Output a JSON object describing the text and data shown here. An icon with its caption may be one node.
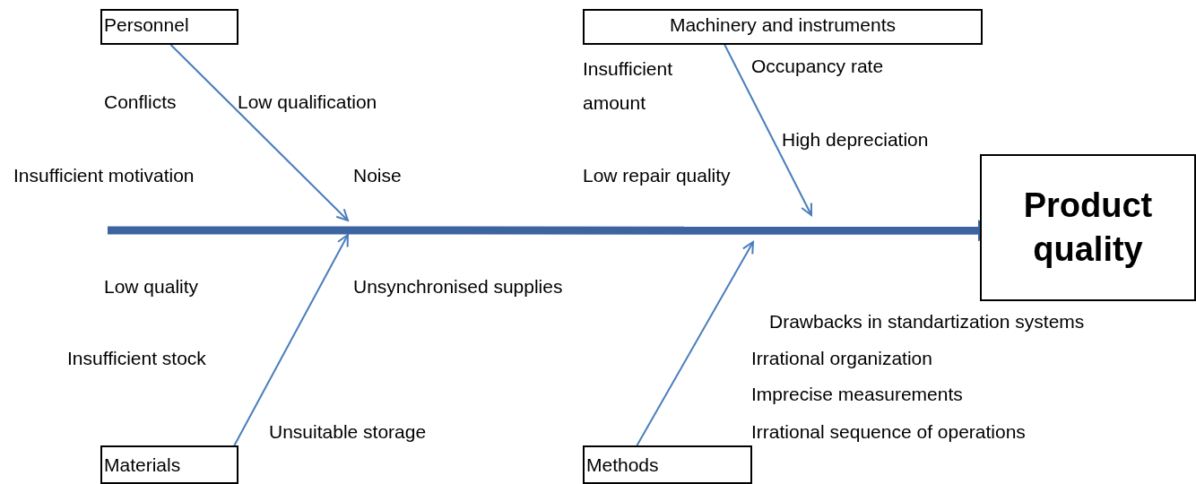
{
  "diagram": {
    "nodes": [
      {
        "text": [
          "Personnel"
        ]
      },
      {
        "text": [
          "Machinery and instruments"
        ]
      },
      {
        "text": [
          "Product quality"
        ]
      },
      {
        "text": [
          "Materials"
        ]
      },
      {
        "text": [
          "Methods"
        ]
      }
    ],
    "edges": [
      {
        "from": 0,
        "to": null,
        "arrow": "to"
      },
      {
        "from": 1,
        "to": null,
        "arrow": "to"
      },
      {
        "from": 3,
        "to": null,
        "arrow": "to"
      },
      {
        "from": 4,
        "to": null,
        "arrow": "to"
      },
      {
        "from": null,
        "to": 2,
        "arrow": "to",
        "style": "thick",
        "color": "#3d64a0"
      }
    ],
    "labels": [
      "Conflicts",
      "Low qualification",
      "Insufficient amount",
      "Occupancy rate",
      "High depreciation",
      "Insufficient motivation",
      "Noise",
      "Low repair quality",
      "Low quality",
      "Unsynchronised supplies",
      "Drawbacks in standartization systems",
      "Insufficient stock",
      "Irrational organization",
      "Imprecise measurements",
      "Unsuitable storage",
      "Irrational sequence of operations"
    ]
  }
}
